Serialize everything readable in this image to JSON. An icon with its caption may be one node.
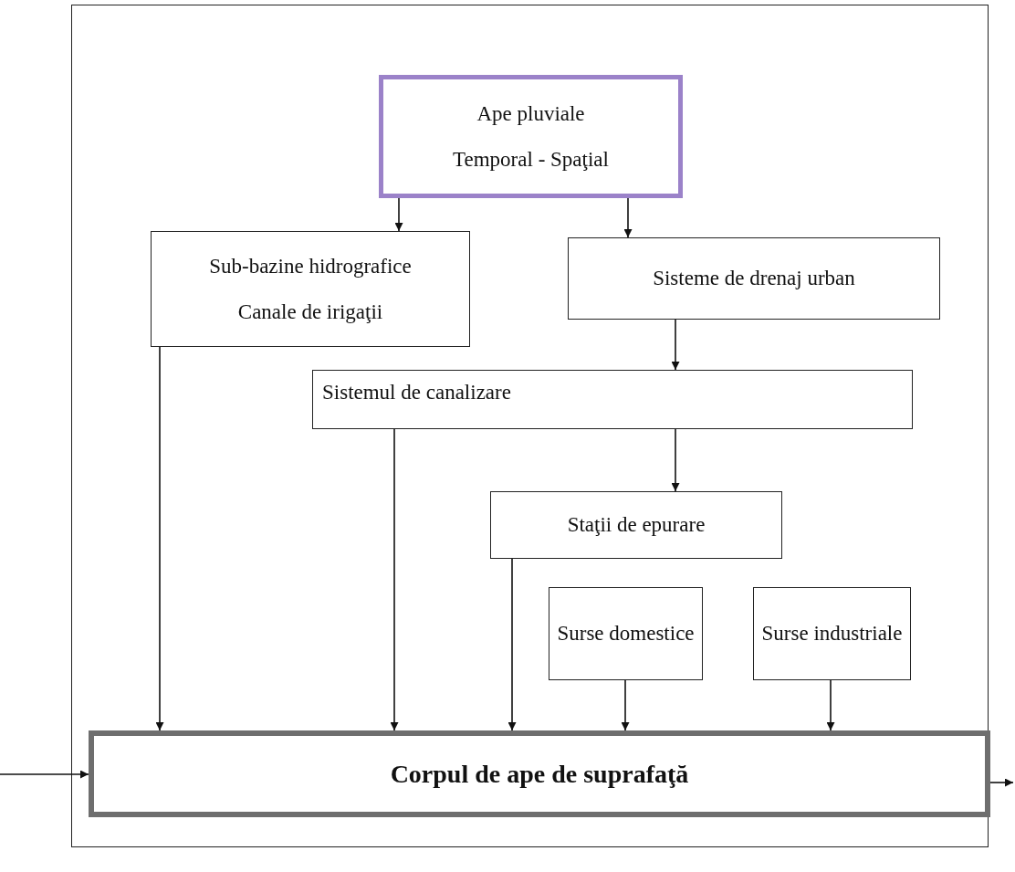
{
  "diagram": {
    "nodes": [
      {
        "text": [
          "Ape pluviale",
          "Temporal - Spaţial"
        ]
      },
      {
        "text": [
          "Sub-bazine hidrografice",
          "Canale de irigaţii"
        ]
      },
      {
        "text": [
          "Sisteme de drenaj urban"
        ]
      },
      {
        "text": [
          "Sistemul de canalizare"
        ]
      },
      {
        "text": [
          "Staţii de epurare"
        ]
      },
      {
        "text": [
          "Surse domestice"
        ]
      },
      {
        "text": [
          "Surse industriale"
        ]
      },
      {
        "text": [
          "Corpul de ape de suprafaţă"
        ]
      }
    ],
    "edges": [
      {
        "from": 0,
        "to": 1,
        "arrow": "to"
      },
      {
        "from": 0,
        "to": 2,
        "arrow": "to"
      },
      {
        "from": 2,
        "to": 3,
        "arrow": "to"
      },
      {
        "from": 3,
        "to": 4,
        "arrow": "to"
      },
      {
        "from": 1,
        "to": 7,
        "arrow": "to"
      },
      {
        "from": 3,
        "to": 7,
        "arrow": "to"
      },
      {
        "from": 4,
        "to": 7,
        "arrow": "to"
      },
      {
        "from": 5,
        "to": 7,
        "arrow": "to"
      },
      {
        "from": 6,
        "to": 7,
        "arrow": "to"
      },
      {
        "from": null,
        "to": 7,
        "arrow": "to"
      },
      {
        "from": 7,
        "to": null,
        "arrow": "to"
      }
    ]
  }
}
